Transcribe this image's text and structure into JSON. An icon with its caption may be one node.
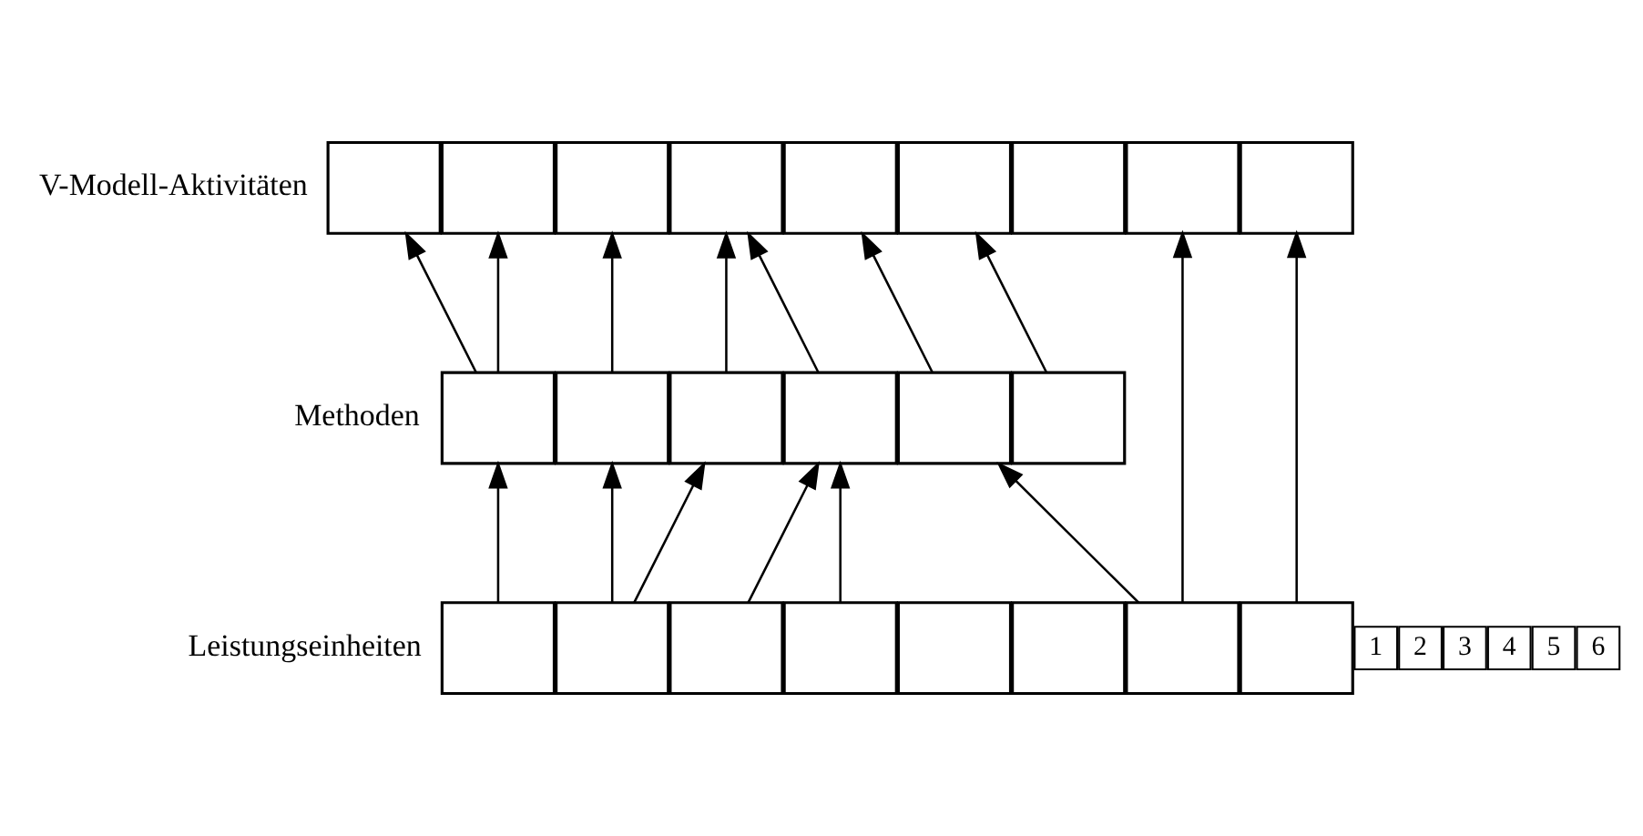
{
  "diagram": {
    "nodes": [
      {
        "text": [],
        "shape": "box"
      },
      {
        "text": [],
        "shape": "box"
      },
      {
        "text": [],
        "shape": "box"
      },
      {
        "text": [],
        "shape": "box"
      },
      {
        "text": [],
        "shape": "box"
      },
      {
        "text": [],
        "shape": "box"
      },
      {
        "text": [],
        "shape": "box"
      },
      {
        "text": [],
        "shape": "box"
      },
      {
        "text": [],
        "shape": "box"
      },
      {
        "text": [],
        "shape": "box"
      },
      {
        "text": [],
        "shape": "box"
      },
      {
        "text": [],
        "shape": "box"
      },
      {
        "text": [],
        "shape": "box"
      },
      {
        "text": [],
        "shape": "box"
      },
      {
        "text": [],
        "shape": "box"
      },
      {
        "text": [],
        "shape": "box"
      },
      {
        "text": [],
        "shape": "box"
      },
      {
        "text": [],
        "shape": "box"
      },
      {
        "text": [],
        "shape": "box"
      },
      {
        "text": [],
        "shape": "box"
      },
      {
        "text": [],
        "shape": "box"
      },
      {
        "text": [],
        "shape": "box"
      },
      {
        "text": [],
        "shape": "box"
      },
      {
        "text": [
          "1"
        ]
      },
      {
        "text": [
          "2"
        ]
      },
      {
        "text": [
          "3"
        ]
      },
      {
        "text": [
          "4"
        ]
      },
      {
        "text": [
          "5"
        ]
      },
      {
        "text": [
          "6"
        ]
      }
    ],
    "edges": [
      {
        "from": 9,
        "to": 0,
        "arrow": "to"
      },
      {
        "from": 9,
        "to": 1,
        "arrow": "to"
      },
      {
        "from": 10,
        "to": 2,
        "arrow": "to"
      },
      {
        "from": 11,
        "to": 3,
        "arrow": "to"
      },
      {
        "from": 12,
        "to": 3,
        "arrow": "to"
      },
      {
        "from": 13,
        "to": 4,
        "arrow": "to"
      },
      {
        "from": 14,
        "to": 5,
        "arrow": "to"
      },
      {
        "from": 21,
        "to": 7,
        "arrow": "to"
      },
      {
        "from": 22,
        "to": 8,
        "arrow": "to"
      },
      {
        "from": 15,
        "to": 9,
        "arrow": "to"
      },
      {
        "from": 16,
        "to": 10,
        "arrow": "to"
      },
      {
        "from": 16,
        "to": 11,
        "arrow": "to"
      },
      {
        "from": 17,
        "to": 12,
        "arrow": "to"
      },
      {
        "from": 18,
        "to": 12,
        "arrow": "to"
      },
      {
        "from": 21,
        "to": 13,
        "arrow": "to"
      }
    ],
    "labels": [
      "V-Modell-Aktivitäten",
      "Methoden",
      "Leistungseinheiten"
    ]
  }
}
